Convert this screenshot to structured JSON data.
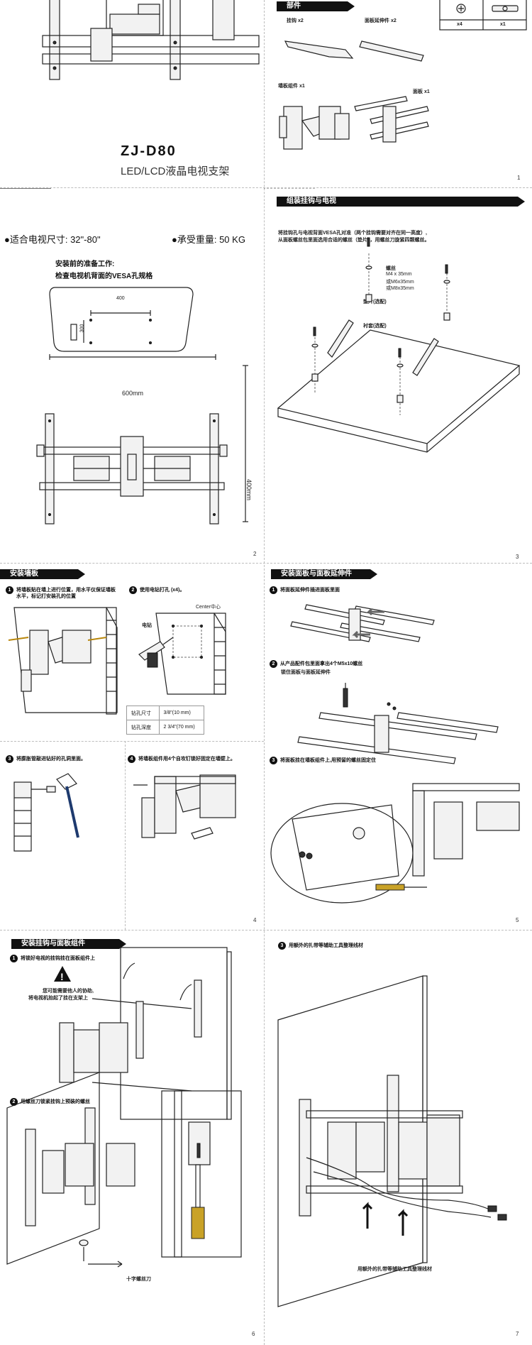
{
  "p1": {
    "model": "ZJ-D80",
    "subtitle": "LED/LCD液晶电视支架",
    "parts_title": "部件",
    "parts": {
      "hook": "挂钩 x2",
      "extension": "面板延伸件 x2",
      "wall_assembly": "墙板组件 x1",
      "panel": "面板 x1",
      "qty_screws": "x4",
      "qty_level": "x1"
    },
    "page_num": "1"
  },
  "p2": {
    "tv_size": "●适合电视尺寸: 32\"-80\"",
    "load": "●承受重量: 50 KG",
    "prep_title": "安装前的准备工作:",
    "prep_sub": "检查电视机背面的VESA孔规格",
    "dim_400": "400",
    "dim_300": "300",
    "dim_600mm": "600mm",
    "dim_400mm": "400mm",
    "page_num": "2"
  },
  "p3": {
    "title": "组装挂钩与电视",
    "desc1": "将挂钩孔与电视背面VESA孔对准（两个挂钩需要对齐在同一高度）,",
    "desc2": "从面板螺丝包里面选用合适的螺丝（垫片），用螺丝刀旋紧四颗螺丝。",
    "screw_label": "螺丝",
    "screw_opt1": "M4 x 35mm",
    "screw_opt2": "或M6x35mm",
    "screw_opt3": "或M8x35mm",
    "washer": "垫片(选配)",
    "spacer": "衬套(选配)",
    "page_num": "3"
  },
  "p4": {
    "title": "安装墙板",
    "step1": "将墙板贴在墙上进行位置，用水平仪保证墙板水平，标记打安装孔的位置",
    "step2": "使用电钻打孔 (x4)。",
    "center_label": "Center中心",
    "drill_label": "电钻",
    "spec_rows": [
      {
        "k": "钻孔尺寸",
        "v": "3/8\"(10 mm)"
      },
      {
        "k": "钻孔深度",
        "v": "2 3/4\"(70 mm)"
      }
    ],
    "step3": "将膨胀管敲进钻好的孔洞里面。",
    "step4": "将墙板组件用4个自攻钉锁好固定在墙壁上。",
    "page_num": "4"
  },
  "p5": {
    "title": "安装面板与面板延伸件",
    "step1": "将面板延伸件插进面板里面",
    "step2a": "从产品配件包里面拿出4个M5x10螺丝",
    "step2b": "锁住面板与面板延伸件",
    "step3": "将面板挂在墙板组件上,用预留的螺丝固定住",
    "page_num": "5"
  },
  "p6": {
    "title": "安装挂钩与面板组件",
    "step1": "将锁好电视的挂钩挂在面板组件上",
    "warn1": "您可能需要他人的协助,",
    "warn2": "将电视机抬起了挂在支架上",
    "step2": "用螺丝刀锁紧挂钩上预装的螺丝",
    "screwdriver": "十字螺丝刀",
    "page_num": "6"
  },
  "p7": {
    "step3": "用额外的扎带等辅助工具整理线材",
    "caption": "用额外的扎带等辅助工具整理线材",
    "page_num": "7"
  }
}
